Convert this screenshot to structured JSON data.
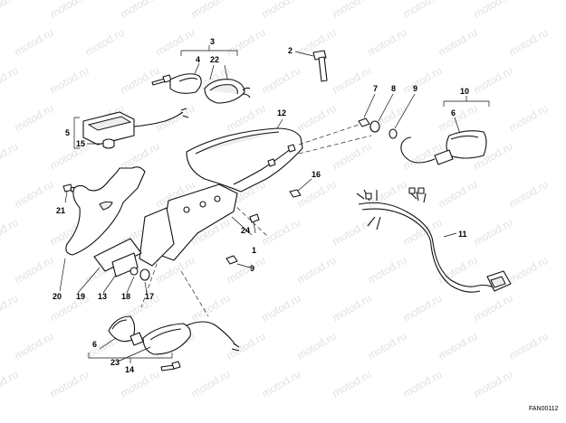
{
  "watermark": "motod.ru",
  "drawing_code": "FAN00112",
  "labels": {
    "p1": "1",
    "p2": "2",
    "p3": "3",
    "p4": "4",
    "p5": "5",
    "p6a": "6",
    "p6b": "6",
    "p7": "7",
    "p8": "8",
    "p9a": "9",
    "p9b": "9",
    "p10": "10",
    "p11": "11",
    "p12": "12",
    "p13": "13",
    "p14": "14",
    "p15": "15",
    "p16": "16",
    "p17": "17",
    "p18": "18",
    "p19": "19",
    "p20": "20",
    "p21": "21",
    "p22": "22",
    "p23": "23",
    "p24": "24"
  }
}
